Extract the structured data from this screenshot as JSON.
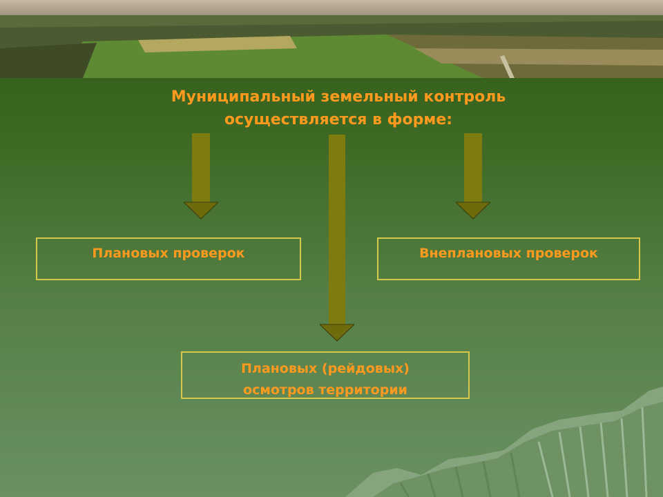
{
  "header": {
    "title_line1": "Муниципальный  земельный контроль",
    "title_line2": "осуществляется в форме:"
  },
  "boxes": {
    "left": {
      "label": "Плановых проверок"
    },
    "right": {
      "label": "Внеплановых проверок"
    },
    "bottom": {
      "line1": "Плановых (рейдовых)",
      "line2": "осмотров территории"
    }
  },
  "colors": {
    "title_text": "#ff9a1e",
    "box_border": "#d6c84a",
    "arrow_fill": "#7f7c0f",
    "background_top": "#2f5a15",
    "background_bottom": "#6a9063"
  }
}
